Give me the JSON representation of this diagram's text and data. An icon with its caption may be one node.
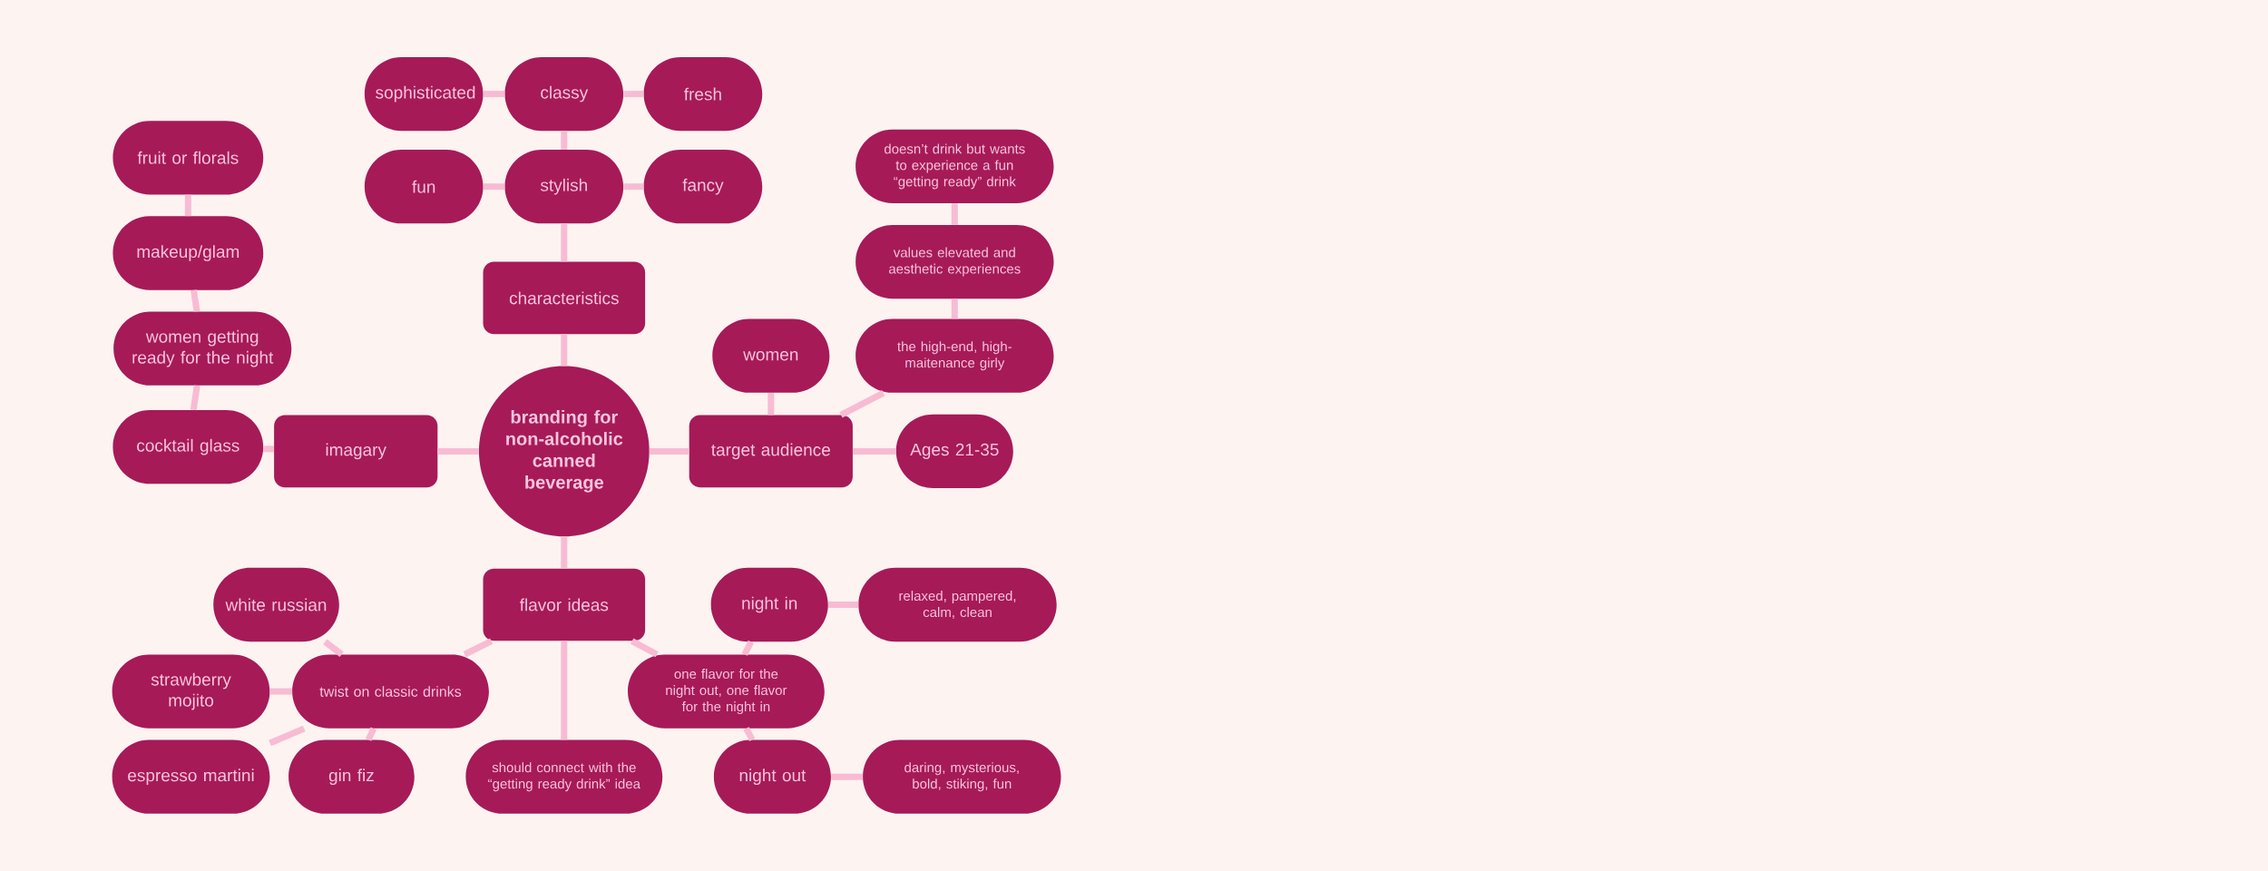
{
  "diagram": {
    "nodes": [
      {
        "text": [
          "branding for non-alcoholic canned beverage"
        ]
      },
      {
        "text": [
          "characteristics"
        ]
      },
      {
        "text": [
          "stylish"
        ]
      },
      {
        "text": [
          "classy"
        ]
      },
      {
        "text": [
          "sophisticated"
        ]
      },
      {
        "text": [
          "fresh"
        ]
      },
      {
        "text": [
          "fun"
        ]
      },
      {
        "text": [
          "fancy"
        ]
      },
      {
        "text": [
          "imagary"
        ]
      },
      {
        "text": [
          "cocktail glass"
        ]
      },
      {
        "text": [
          "women getting ready for the night"
        ]
      },
      {
        "text": [
          "makeup/glam"
        ]
      },
      {
        "text": [
          "fruit or florals"
        ]
      },
      {
        "text": [
          "target audience"
        ]
      },
      {
        "text": [
          "women"
        ]
      },
      {
        "text": [
          "the high-end, high-maitenance girly"
        ]
      },
      {
        "text": [
          "values elevated and aesthetic experiences"
        ]
      },
      {
        "text": [
          "doesn’t drink but wants to experience a fun “getting ready” drink"
        ]
      },
      {
        "text": [
          "Ages 21-35"
        ]
      },
      {
        "text": [
          "flavor ideas"
        ]
      },
      {
        "text": [
          "twist on classic drinks"
        ]
      },
      {
        "text": [
          "white russian"
        ]
      },
      {
        "text": [
          "strawberry mojito"
        ]
      },
      {
        "text": [
          "espresso martini"
        ]
      },
      {
        "text": [
          "gin fiz"
        ]
      },
      {
        "text": [
          "should connect with the “getting ready drink” idea"
        ]
      },
      {
        "text": [
          "one flavor for the night out, one flavor for the night in"
        ]
      },
      {
        "text": [
          "night in"
        ]
      },
      {
        "text": [
          "relaxed, pampered, calm, clean"
        ]
      },
      {
        "text": [
          "night out"
        ]
      },
      {
        "text": [
          "daring, mysterious, bold, stiking, fun"
        ]
      }
    ],
    "edges": [
      {
        "from": 0,
        "to": 1,
        "arrow": "none"
      },
      {
        "from": 1,
        "to": 2,
        "arrow": "none"
      },
      {
        "from": 2,
        "to": 3,
        "arrow": "none"
      },
      {
        "from": 3,
        "to": 4,
        "arrow": "none"
      },
      {
        "from": 3,
        "to": 5,
        "arrow": "none"
      },
      {
        "from": 2,
        "to": 6,
        "arrow": "none"
      },
      {
        "from": 2,
        "to": 7,
        "arrow": "none"
      },
      {
        "from": 0,
        "to": 8,
        "arrow": "none"
      },
      {
        "from": 8,
        "to": 9,
        "arrow": "none"
      },
      {
        "from": 9,
        "to": 10,
        "arrow": "none"
      },
      {
        "from": 10,
        "to": 11,
        "arrow": "none"
      },
      {
        "from": 11,
        "to": 12,
        "arrow": "none"
      },
      {
        "from": 0,
        "to": 13,
        "arrow": "none"
      },
      {
        "from": 13,
        "to": 14,
        "arrow": "none"
      },
      {
        "from": 13,
        "to": 15,
        "arrow": "none"
      },
      {
        "from": 15,
        "to": 16,
        "arrow": "none"
      },
      {
        "from": 16,
        "to": 17,
        "arrow": "none"
      },
      {
        "from": 13,
        "to": 18,
        "arrow": "none"
      },
      {
        "from": 0,
        "to": 19,
        "arrow": "none"
      },
      {
        "from": 19,
        "to": 20,
        "arrow": "none"
      },
      {
        "from": 20,
        "to": 21,
        "arrow": "none"
      },
      {
        "from": 20,
        "to": 22,
        "arrow": "none"
      },
      {
        "from": 20,
        "to": 23,
        "arrow": "none"
      },
      {
        "from": 20,
        "to": 24,
        "arrow": "none"
      },
      {
        "from": 19,
        "to": 25,
        "arrow": "none"
      },
      {
        "from": 19,
        "to": 26,
        "arrow": "none"
      },
      {
        "from": 26,
        "to": 27,
        "arrow": "none"
      },
      {
        "from": 27,
        "to": 28,
        "arrow": "none"
      },
      {
        "from": 26,
        "to": 29,
        "arrow": "none"
      },
      {
        "from": 29,
        "to": 30,
        "arrow": "none"
      }
    ]
  }
}
